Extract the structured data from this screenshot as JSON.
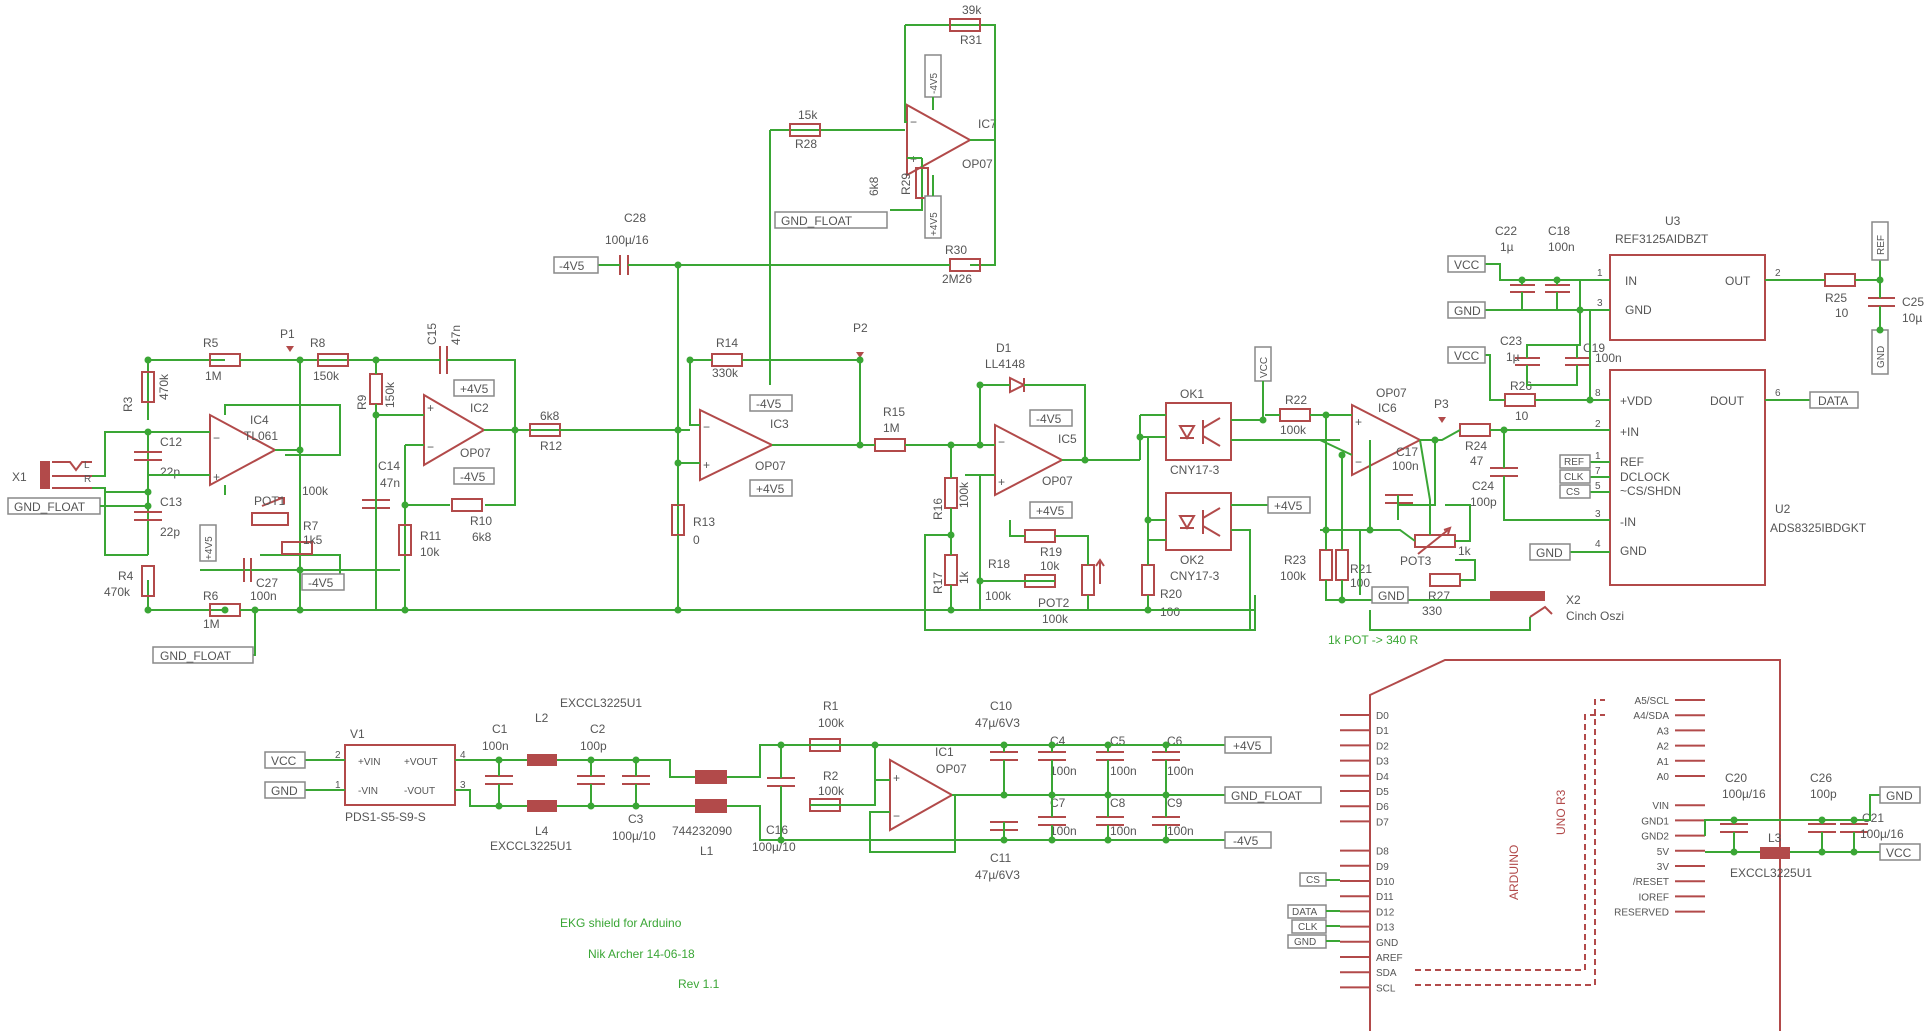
{
  "title": {
    "line1": "EKG shield for Arduino",
    "line2": "Nik Archer 14-06-18",
    "line3": "Rev 1.1"
  },
  "note": "1k POT -> 340 R",
  "colors": {
    "wire": "#3aa635",
    "component": "#b24a4a",
    "text": "#555555",
    "title": "#3aa635",
    "label_fill": "#ffffff",
    "label_stroke": "#888888"
  },
  "net_labels": [
    "GND_FLOAT",
    "-4V5",
    "+4V5",
    "VCC",
    "GND",
    "REF",
    "DATA",
    "CLK",
    "CS"
  ],
  "components": {
    "input": {
      "connector": "X1",
      "c12": {
        "ref": "C12",
        "val": "22p"
      },
      "c13": {
        "ref": "C13",
        "val": "22p"
      },
      "r3": {
        "ref": "R3",
        "val": "470k"
      },
      "r4": {
        "ref": "R4",
        "val": "470k"
      },
      "r5": {
        "ref": "R5",
        "val": "1M"
      },
      "r6": {
        "ref": "R6",
        "val": "1M"
      }
    },
    "ic4": {
      "ref": "IC4",
      "val": "TL061",
      "pot1": "POT1",
      "pot1_val": "100k",
      "r7": "R7",
      "r7_val": "1k5",
      "c27": "C27",
      "c27_val": "100n"
    },
    "stage2": {
      "p1": "P1",
      "r8": {
        "ref": "R8",
        "val": "150k"
      },
      "r9": {
        "ref": "R9",
        "val": "150k"
      },
      "c15": {
        "ref": "C15",
        "val": "47n"
      },
      "c14": {
        "ref": "C14",
        "val": "47n"
      },
      "ic2": {
        "ref": "IC2",
        "val": "OP07"
      },
      "r10": {
        "ref": "R10",
        "val": "6k8"
      },
      "r11": {
        "ref": "R11",
        "val": "10k"
      },
      "r12": {
        "ref": "R12",
        "val": "6k8"
      }
    },
    "ic7": {
      "ref": "IC7",
      "val": "OP07",
      "r31": {
        "ref": "R31",
        "val": "39k"
      },
      "r28": {
        "ref": "R28",
        "val": "15k"
      },
      "r29": {
        "ref": "R29",
        "val": "6k8"
      },
      "r30": {
        "ref": "R30",
        "val": "2M26"
      },
      "c28": {
        "ref": "C28",
        "val": "100µ/16"
      }
    },
    "ic3": {
      "ref": "IC3",
      "val": "OP07",
      "p2": "P2",
      "r14": {
        "ref": "R14",
        "val": "330k"
      },
      "r13": {
        "ref": "R13",
        "val": "0"
      },
      "r15": {
        "ref": "R15",
        "val": "1M"
      }
    },
    "ic5": {
      "ref": "IC5",
      "val": "OP07",
      "d1": {
        "ref": "D1",
        "val": "LL4148"
      },
      "r16": {
        "ref": "R16",
        "val": "100k"
      },
      "r17": {
        "ref": "R17",
        "val": "1k"
      },
      "r18": {
        "ref": "R18",
        "val": "100k"
      },
      "r19": {
        "ref": "R19",
        "val": "10k"
      },
      "pot2": {
        "ref": "POT2",
        "val": "100k"
      }
    },
    "opto": {
      "ok1": {
        "ref": "OK1",
        "val": "CNY17-3"
      },
      "ok2": {
        "ref": "OK2",
        "val": "CNY17-3"
      },
      "r20": {
        "ref": "R20",
        "val": "100"
      }
    },
    "ic6": {
      "ref": "IC6",
      "val": "OP07",
      "r22": {
        "ref": "R22",
        "val": "100k"
      },
      "r23": {
        "ref": "R23",
        "val": "100k"
      },
      "r21": {
        "ref": "R21",
        "val": "100"
      },
      "c17": {
        "ref": "C17",
        "val": "100n"
      },
      "pot3": {
        "ref": "POT3",
        "val": "1k"
      },
      "r27": {
        "ref": "R27",
        "val": "330"
      },
      "p3": "P3",
      "r24": {
        "ref": "R24",
        "val": "47"
      },
      "c24": {
        "ref": "C24",
        "val": "100p"
      },
      "x2": {
        "ref": "X2",
        "val": "Cinch Oszi"
      }
    },
    "u3": {
      "ref": "U3",
      "val": "REF3125AIDBZT",
      "pins": {
        "in": "IN",
        "gnd": "GND",
        "out": "OUT",
        "n1": "1",
        "n2": "2",
        "n3": "3"
      },
      "c22": {
        "ref": "C22",
        "val": "1µ"
      },
      "c18": {
        "ref": "C18",
        "val": "100n"
      },
      "r25": {
        "ref": "R25",
        "val": "10"
      },
      "c25": {
        "ref": "C25",
        "val": "10µ"
      }
    },
    "u2": {
      "ref": "U2",
      "val": "ADS8325IBDGKT",
      "pins": {
        "vdd": "+VDD",
        "inp": "+IN",
        "ref": "REF",
        "dclock": "DCLOCK",
        "cs": "~CS/SHDN",
        "inm": "-IN",
        "gnd": "GND",
        "dout": "DOUT",
        "n8": "8",
        "n2": "2",
        "n1": "1",
        "n7": "7",
        "n5": "5",
        "n3": "3",
        "n4": "4",
        "n6": "6"
      },
      "c23": {
        "ref": "C23",
        "val": "1µ"
      },
      "c19": {
        "ref": "C19",
        "val": "100n"
      },
      "r26": {
        "ref": "R26",
        "val": "10"
      }
    },
    "power": {
      "v1": {
        "ref": "V1",
        "val": "PDS1-S5-S9-S",
        "pins": {
          "vin_p": "+VIN",
          "vin_m": "-VIN",
          "vout_p": "+VOUT",
          "vout_m": "-VOUT",
          "n2": "2",
          "n1": "1",
          "n4": "4",
          "n3": "3"
        }
      },
      "c1": {
        "ref": "C1",
        "val": "100n"
      },
      "l2": {
        "ref": "L2",
        "val": "EXCCL3225U1"
      },
      "l4": {
        "ref": "L4",
        "val": "EXCCL3225U1"
      },
      "c2": {
        "ref": "C2",
        "val": "100p"
      },
      "c3": {
        "ref": "C3",
        "val": "100µ/10"
      },
      "l1": {
        "ref": "L1",
        "val": "744232090"
      },
      "c16": {
        "ref": "C16",
        "val": "100µ/10"
      },
      "r1": {
        "ref": "R1",
        "val": "100k"
      },
      "r2": {
        "ref": "R2",
        "val": "100k"
      },
      "ic1": {
        "ref": "IC1",
        "val": "OP07"
      },
      "c10": {
        "ref": "C10",
        "val": "47µ/6V3"
      },
      "c11": {
        "ref": "C11",
        "val": "47µ/6V3"
      },
      "c4": {
        "ref": "C4",
        "val": "100n"
      },
      "c5": {
        "ref": "C5",
        "val": "100n"
      },
      "c6": {
        "ref": "C6",
        "val": "100n"
      },
      "c7": {
        "ref": "C7",
        "val": "100n"
      },
      "c8": {
        "ref": "C8",
        "val": "100n"
      },
      "c9": {
        "ref": "C9",
        "val": "100n"
      }
    },
    "arduino": {
      "name": "ARDUINO",
      "model": "UNO R3",
      "left_pins": [
        "D0",
        "D1",
        "D2",
        "D3",
        "D4",
        "D5",
        "D6",
        "D7",
        "D8",
        "D9",
        "D10",
        "D11",
        "D12",
        "D13",
        "GND",
        "AREF",
        "SDA",
        "SCL"
      ],
      "right_pins": [
        "A5/SCL",
        "A4/SDA",
        "A3",
        "A2",
        "A1",
        "A0",
        "VIN",
        "GND1",
        "GND2",
        "5V",
        "3V",
        "/RESET",
        "IOREF",
        "RESERVED"
      ],
      "c20": {
        "ref": "C20",
        "val": "100µ/16"
      },
      "c26": {
        "ref": "C26",
        "val": "100p"
      },
      "c21": {
        "ref": "C21",
        "val": "100µ/16"
      },
      "l3": {
        "ref": "L3",
        "val": "EXCCL3225U1"
      }
    }
  }
}
